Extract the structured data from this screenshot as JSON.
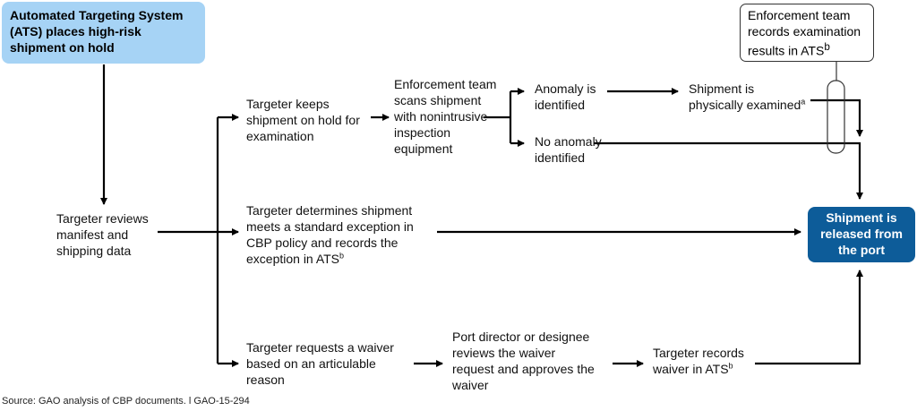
{
  "nodes": {
    "ats_hold": {
      "lines": [
        "Automated Targeting System",
        "(ATS) places high-risk",
        "shipment on hold"
      ]
    },
    "reviews_manifest": {
      "lines": [
        "Targeter reviews",
        "manifest and",
        "shipping data"
      ]
    },
    "keeps_hold": {
      "lines": [
        "Targeter keeps",
        "shipment on hold for",
        "examination"
      ]
    },
    "scans_shipment": {
      "lines": [
        "Enforcement team",
        "scans shipment",
        "with nonintrusive",
        "inspection",
        "equipment"
      ]
    },
    "anomaly_identified": {
      "lines": [
        "Anomaly is",
        "identified"
      ]
    },
    "no_anomaly": {
      "lines": [
        "No anomaly",
        "identified"
      ]
    },
    "physically_examined": {
      "line1": "Shipment is",
      "line2": "physically examined",
      "sup": "a"
    },
    "records_exam": {
      "line1": "Enforcement team",
      "line2": "records examination",
      "line3": "results in ATS",
      "sup": "b"
    },
    "standard_exception": {
      "line1": "Targeter determines shipment",
      "line2": "meets a standard exception in",
      "line3": "CBP policy and records the",
      "line4": "exception in ATS",
      "sup": "b"
    },
    "released": {
      "lines": [
        "Shipment is",
        "released from",
        "the port"
      ]
    },
    "requests_waiver": {
      "lines": [
        "Targeter requests a waiver",
        "based on an articulable",
        "reason"
      ]
    },
    "director_reviews": {
      "lines": [
        "Port director or designee",
        "reviews the waiver",
        "request and approves the",
        "waiver"
      ]
    },
    "records_waiver": {
      "line1": "Targeter records",
      "line2": "waiver in ATS",
      "sup": "b"
    }
  },
  "source_note": "Source: GAO analysis of CBP documents.  l  GAO-15-294",
  "colors": {
    "ats_box": "#a6d3f5",
    "release_box": "#0d5c99",
    "arrow": "#000000"
  }
}
